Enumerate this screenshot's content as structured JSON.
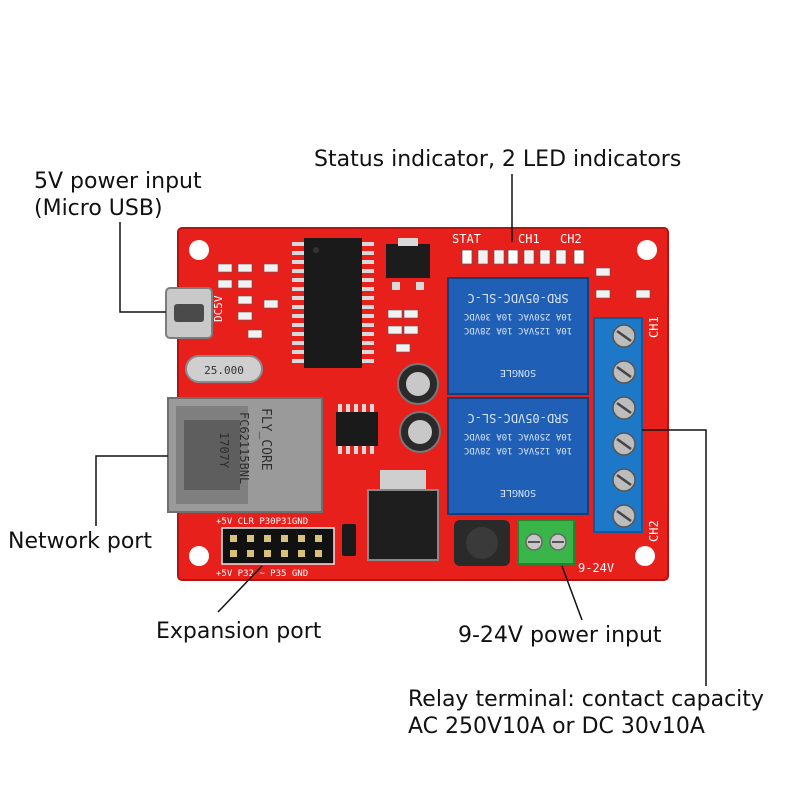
{
  "labels": {
    "status_indicator": "Status indicator, 2 LED indicators",
    "power_5v": [
      "5V power input",
      "(Micro USB)"
    ],
    "network_port": "Network port",
    "expansion_port": "Expansion port",
    "power_9_24v": "9-24V power input",
    "relay_terminal": [
      "Relay terminal: contact capacity",
      "AC 250V10A or DC 30v10A"
    ]
  },
  "board": {
    "silkscreen": {
      "stat": "STAT",
      "ch1": "CH1",
      "ch2": "CH2",
      "ch1_side": "CH1",
      "ch2_side": "CH2",
      "dc5v": "DC5V",
      "voltage": "9-24V",
      "header_top": "+5V  CLR  P30P31GND",
      "header_bottom": "+5V  P32 ~ P35  GND"
    },
    "crystal": "25.000",
    "rj45": [
      "FLY_CORE",
      "FC62115BNL",
      "1707Y"
    ],
    "relay": {
      "model": "SRD-05VDC-SL-C",
      "rating_1": "10A 250VAC  10A 30VDC",
      "rating_2": "10A 125VAC  10A 28VDC",
      "brand": "SONGLE"
    }
  },
  "colors": {
    "pcb": "#e8201c",
    "relay": "#1f5fb6",
    "terminal": "#1e78c8",
    "power_terminal": "#39b54a",
    "leader": "#111111"
  }
}
